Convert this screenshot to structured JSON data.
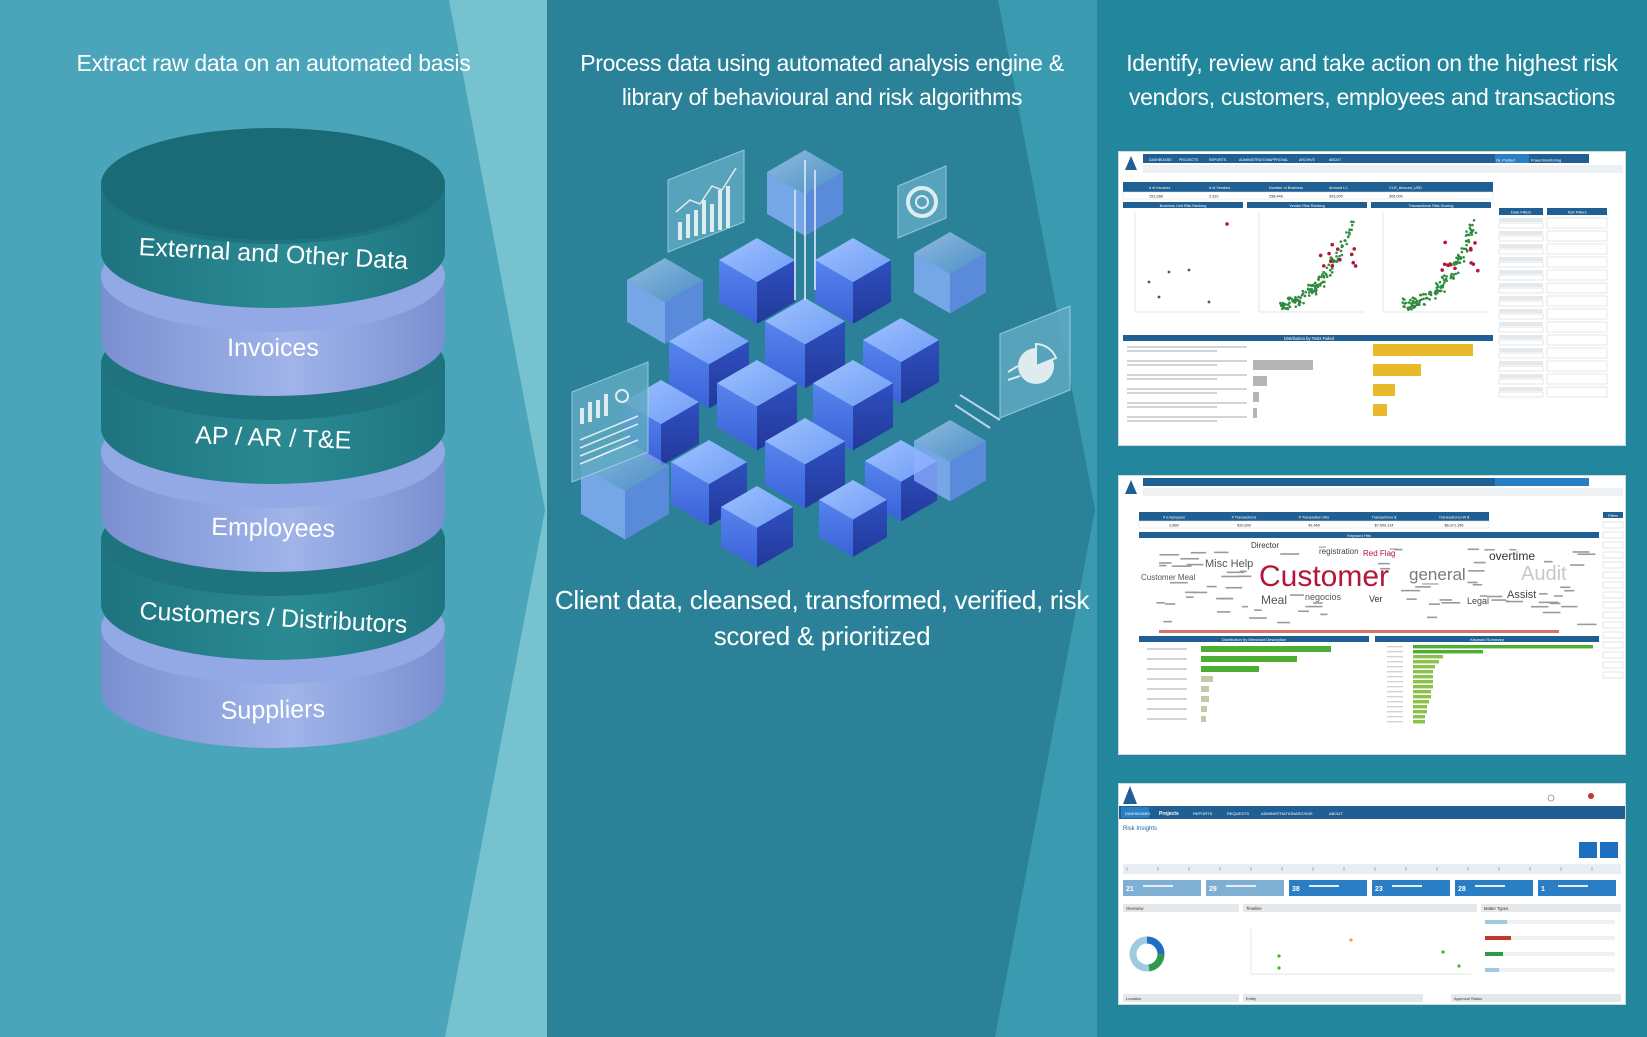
{
  "headings": {
    "extract": "Extract raw data on an automated basis",
    "process": "Process data using automated analysis engine & library of behavioural and risk algorithms",
    "identify": "Identify, review and take action on the highest risk vendors, customers, employees and transactions",
    "client": "Client data, cleansed, transformed, verified, risk scored & prioritized"
  },
  "layers": [
    {
      "label": "External and Other Data",
      "kind": "dark"
    },
    {
      "label": "Invoices",
      "kind": "light"
    },
    {
      "label": "AP / AR / T&E",
      "kind": "dark"
    },
    {
      "label": "Employees",
      "kind": "light"
    },
    {
      "label": "Customers / Distributors",
      "kind": "dark"
    },
    {
      "label": "Suppliers",
      "kind": "light"
    }
  ],
  "dashboard1": {
    "menu": [
      "DASHBOARD",
      "PROJECTS",
      "REPORTS",
      "ADMINISTRATION",
      "APPROVAL",
      "ARCHIVE",
      "ABOUT"
    ],
    "tab_right": "GL Posted",
    "tab_right2": "Fraud Monitoring",
    "kpis": [
      "# of Invoices",
      "# of Vendors",
      "Number of Business",
      "Amount LC",
      "CLR_Amount_USD"
    ],
    "kpi_values": [
      "151,288",
      "2,310",
      "258,446",
      "303,200",
      "305,000"
    ],
    "panels": [
      "Business Unit Risk Ranking",
      "Vendor Risk Ranking",
      "Transactional Risk Scoring"
    ],
    "bottom_title": "Distribution by Tests Failed",
    "side_title1": "Data Filters",
    "side_title2": "Test Filters"
  },
  "dashboard2": {
    "kpis": [
      "# Employees",
      "# Transactions",
      "# Transaction Hits",
      "Transactions $",
      "Transactions Hit $"
    ],
    "kpi_values": [
      "2,860",
      "520,300",
      "42,460",
      "$7,009,114",
      "$6,371,156"
    ],
    "cloud_title": "Keyword Hits",
    "words": [
      {
        "t": "Customer",
        "s": 30,
        "c": "#b3163a"
      },
      {
        "t": "general",
        "s": 17,
        "c": "#7a7a7a"
      },
      {
        "t": "Audit",
        "s": 20,
        "c": "#c8c8c8"
      },
      {
        "t": "overtime",
        "s": 12,
        "c": "#333333"
      },
      {
        "t": "Misc Help",
        "s": 11,
        "c": "#555555"
      },
      {
        "t": "Meal",
        "s": 12,
        "c": "#555555"
      },
      {
        "t": "Assist",
        "s": 11,
        "c": "#444444"
      },
      {
        "t": "registration",
        "s": 8,
        "c": "#444444"
      },
      {
        "t": "Red Flag",
        "s": 8,
        "c": "#b3163a"
      },
      {
        "t": "negocios",
        "s": 9,
        "c": "#555555"
      },
      {
        "t": "Director",
        "s": 8,
        "c": "#333333"
      },
      {
        "t": "Customer Meal",
        "s": 8,
        "c": "#555555"
      },
      {
        "t": "Legal",
        "s": 9,
        "c": "#444444"
      },
      {
        "t": "Ver",
        "s": 9,
        "c": "#333333"
      }
    ],
    "chart_left_title": "Distribution by Merchant Description",
    "chart_right_title": "Keyword Summary",
    "side_title": "Filters"
  },
  "dashboard3": {
    "menu": [
      "DASHBOARD",
      "Projects",
      "REPORTS",
      "REQUESTS",
      "ADMINISTRATION",
      "ARCHIVE",
      "ABOUT"
    ],
    "title": "Risk Insights",
    "cards": [
      "21",
      "29",
      "38",
      "23",
      "28",
      "1"
    ],
    "sections": [
      "Overview",
      "Timeline",
      "Matter Types"
    ],
    "footer": [
      "Location",
      "Entity",
      "Approval Status"
    ]
  },
  "colors": {
    "panel1": "#4aa5ba",
    "panel2": "#2a8198",
    "panel3": "#22869c",
    "layer_dark": "#1d7a86",
    "layer_light": "#7d97d6",
    "dash_nav": "#1f5f93",
    "cloud_red": "#b3163a"
  },
  "chart_data": []
}
